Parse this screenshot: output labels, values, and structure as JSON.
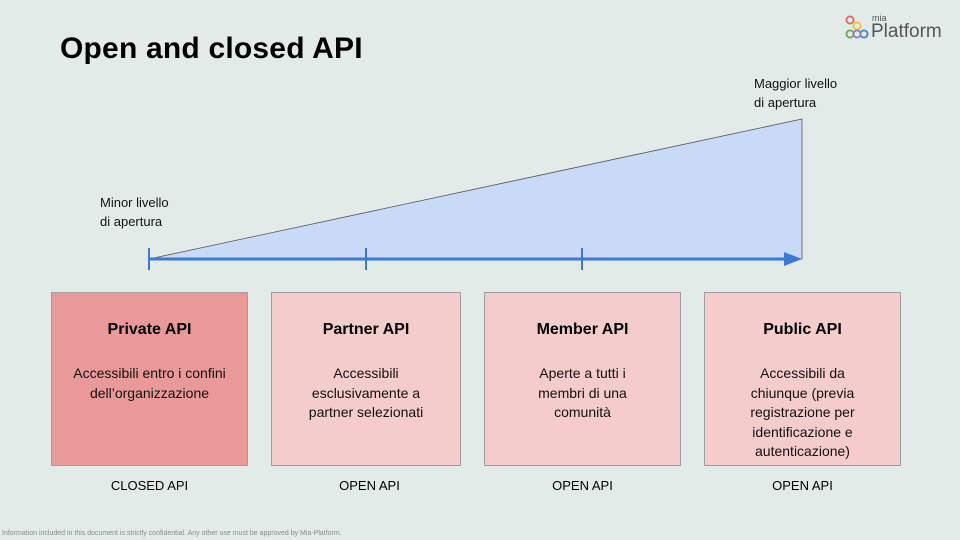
{
  "title": "Open and closed API",
  "logo": {
    "small": "mia",
    "big": "Platform"
  },
  "scale": {
    "min_label": "Minor livello\ndi apertura",
    "max_label": "Maggior livello\ndi apertura"
  },
  "cards": [
    {
      "title": "Private API",
      "description": "Accessibili entro i confini dell’organizzazione",
      "caption": "CLOSED API",
      "color": "#ea9999"
    },
    {
      "title": "Partner API",
      "description": "Accessibili esclusivamente a partner selezionati",
      "caption": "OPEN API",
      "color": "#f4cccc"
    },
    {
      "title": "Member API",
      "description": "Aperte a tutti i membri di una comunità",
      "caption": "OPEN API",
      "color": "#f4cccc"
    },
    {
      "title": "Public API",
      "description": "Accessibili da chiunque (previa registrazione per identificazione e autenticazione)",
      "caption": "OPEN API",
      "color": "#f4cccc"
    }
  ],
  "footer": "Information included in this document is strictly confidential. Any other use must be approved by Mia-Platform.",
  "colors": {
    "background": "#e3ebe8",
    "wedge_fill": "#c9daf8",
    "arrow": "#3c78d8",
    "closed_card": "#ea9999",
    "open_card": "#f4cccc"
  }
}
